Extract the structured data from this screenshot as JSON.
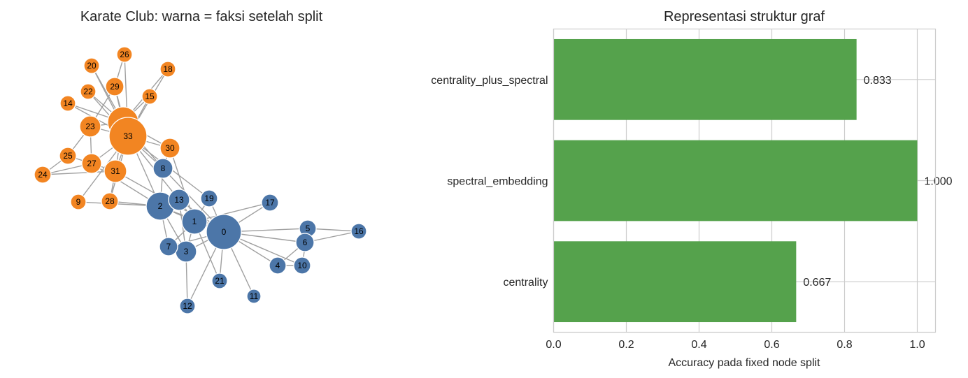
{
  "chart_data": [
    {
      "type": "network",
      "title": "Karate Club: warna = faksi setelah split",
      "colors": {
        "blue_faction": "#4c76a8",
        "orange_faction": "#f28522",
        "edge": "#a0a0a0"
      },
      "nodes": [
        {
          "id": "0",
          "faction": "blue"
        },
        {
          "id": "1",
          "faction": "blue"
        },
        {
          "id": "2",
          "faction": "blue"
        },
        {
          "id": "3",
          "faction": "blue"
        },
        {
          "id": "4",
          "faction": "blue"
        },
        {
          "id": "5",
          "faction": "blue"
        },
        {
          "id": "6",
          "faction": "blue"
        },
        {
          "id": "7",
          "faction": "blue"
        },
        {
          "id": "8",
          "faction": "blue"
        },
        {
          "id": "9",
          "faction": "orange"
        },
        {
          "id": "10",
          "faction": "blue"
        },
        {
          "id": "11",
          "faction": "blue"
        },
        {
          "id": "12",
          "faction": "blue"
        },
        {
          "id": "13",
          "faction": "blue"
        },
        {
          "id": "14",
          "faction": "orange"
        },
        {
          "id": "15",
          "faction": "orange"
        },
        {
          "id": "16",
          "faction": "blue"
        },
        {
          "id": "17",
          "faction": "blue"
        },
        {
          "id": "18",
          "faction": "orange"
        },
        {
          "id": "19",
          "faction": "blue"
        },
        {
          "id": "20",
          "faction": "orange"
        },
        {
          "id": "21",
          "faction": "blue"
        },
        {
          "id": "22",
          "faction": "orange"
        },
        {
          "id": "23",
          "faction": "orange"
        },
        {
          "id": "24",
          "faction": "orange"
        },
        {
          "id": "25",
          "faction": "orange"
        },
        {
          "id": "26",
          "faction": "orange"
        },
        {
          "id": "27",
          "faction": "orange"
        },
        {
          "id": "28",
          "faction": "orange"
        },
        {
          "id": "29",
          "faction": "orange"
        },
        {
          "id": "30",
          "faction": "orange"
        },
        {
          "id": "31",
          "faction": "orange"
        },
        {
          "id": "32",
          "faction": "orange"
        },
        {
          "id": "33",
          "faction": "orange"
        }
      ],
      "edges": [
        [
          "0",
          "1"
        ],
        [
          "0",
          "2"
        ],
        [
          "0",
          "3"
        ],
        [
          "0",
          "4"
        ],
        [
          "0",
          "5"
        ],
        [
          "0",
          "6"
        ],
        [
          "0",
          "7"
        ],
        [
          "0",
          "8"
        ],
        [
          "0",
          "10"
        ],
        [
          "0",
          "11"
        ],
        [
          "0",
          "12"
        ],
        [
          "0",
          "13"
        ],
        [
          "0",
          "17"
        ],
        [
          "0",
          "19"
        ],
        [
          "0",
          "21"
        ],
        [
          "0",
          "31"
        ],
        [
          "1",
          "2"
        ],
        [
          "1",
          "3"
        ],
        [
          "1",
          "7"
        ],
        [
          "1",
          "13"
        ],
        [
          "1",
          "17"
        ],
        [
          "1",
          "19"
        ],
        [
          "1",
          "21"
        ],
        [
          "1",
          "30"
        ],
        [
          "2",
          "3"
        ],
        [
          "2",
          "7"
        ],
        [
          "2",
          "8"
        ],
        [
          "2",
          "9"
        ],
        [
          "2",
          "13"
        ],
        [
          "2",
          "27"
        ],
        [
          "2",
          "28"
        ],
        [
          "2",
          "32"
        ],
        [
          "3",
          "7"
        ],
        [
          "3",
          "12"
        ],
        [
          "3",
          "13"
        ],
        [
          "4",
          "6"
        ],
        [
          "4",
          "10"
        ],
        [
          "5",
          "6"
        ],
        [
          "5",
          "10"
        ],
        [
          "5",
          "16"
        ],
        [
          "6",
          "16"
        ],
        [
          "8",
          "30"
        ],
        [
          "8",
          "32"
        ],
        [
          "8",
          "33"
        ],
        [
          "9",
          "33"
        ],
        [
          "13",
          "33"
        ],
        [
          "14",
          "32"
        ],
        [
          "14",
          "33"
        ],
        [
          "15",
          "32"
        ],
        [
          "15",
          "33"
        ],
        [
          "18",
          "32"
        ],
        [
          "18",
          "33"
        ],
        [
          "19",
          "33"
        ],
        [
          "20",
          "32"
        ],
        [
          "20",
          "33"
        ],
        [
          "22",
          "32"
        ],
        [
          "22",
          "33"
        ],
        [
          "23",
          "25"
        ],
        [
          "23",
          "27"
        ],
        [
          "23",
          "29"
        ],
        [
          "23",
          "32"
        ],
        [
          "23",
          "33"
        ],
        [
          "24",
          "25"
        ],
        [
          "24",
          "27"
        ],
        [
          "24",
          "31"
        ],
        [
          "25",
          "31"
        ],
        [
          "26",
          "29"
        ],
        [
          "26",
          "33"
        ],
        [
          "27",
          "33"
        ],
        [
          "28",
          "31"
        ],
        [
          "28",
          "33"
        ],
        [
          "29",
          "32"
        ],
        [
          "29",
          "33"
        ],
        [
          "30",
          "32"
        ],
        [
          "30",
          "33"
        ],
        [
          "31",
          "32"
        ],
        [
          "31",
          "33"
        ],
        [
          "32",
          "33"
        ]
      ]
    },
    {
      "type": "bar",
      "orientation": "horizontal",
      "title": "Representasi struktur graf",
      "categories": [
        "centrality_plus_spectral",
        "spectral_embedding",
        "centrality"
      ],
      "values": [
        0.833,
        1.0,
        0.667
      ],
      "value_labels": [
        "0.833",
        "1.000",
        "0.667"
      ],
      "xlabel": "Accuracy pada fixed node split",
      "xlim": [
        0,
        1.05
      ],
      "xticks": [
        "0.0",
        "0.2",
        "0.4",
        "0.6",
        "0.8",
        "1.0"
      ],
      "grid": true,
      "bar_color": "#55a24c"
    }
  ]
}
